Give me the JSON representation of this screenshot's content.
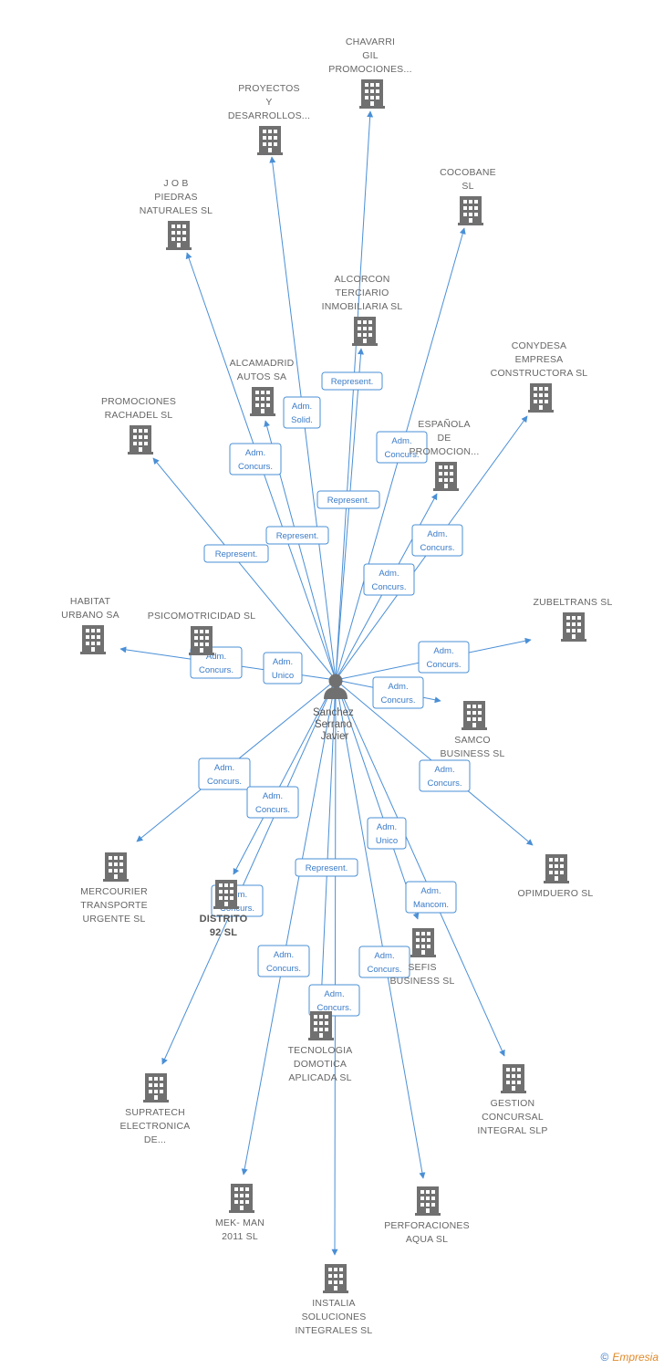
{
  "center": {
    "name_lines": [
      "Sanchez",
      "Serrano",
      "Javier"
    ]
  },
  "nodes": [
    {
      "id": "chavarri",
      "lines": [
        "CHAVARRI",
        "GIL",
        "PROMOCIONES..."
      ]
    },
    {
      "id": "proyectos",
      "lines": [
        "PROYECTOS",
        "Y",
        "DESARROLLOS..."
      ]
    },
    {
      "id": "cocobane",
      "lines": [
        "COCOBANE",
        "SL"
      ]
    },
    {
      "id": "job",
      "lines": [
        "J O B",
        "PIEDRAS",
        "NATURALES SL"
      ]
    },
    {
      "id": "alcorcon",
      "lines": [
        "ALCORCON",
        "TERCIARIO",
        "INMOBILIARIA SL"
      ]
    },
    {
      "id": "conydesa",
      "lines": [
        "CONYDESA",
        "EMPRESA",
        "CONSTRUCTORA SL"
      ]
    },
    {
      "id": "alcamadrid",
      "lines": [
        "ALCAMADRID",
        "AUTOS SA"
      ]
    },
    {
      "id": "promociones",
      "lines": [
        "PROMOCIONES",
        "RACHADEL SL"
      ]
    },
    {
      "id": "espanola",
      "lines": [
        "ESPAÑOLA",
        "DE",
        "PROMOCION..."
      ]
    },
    {
      "id": "habitat",
      "lines": [
        "HABITAT",
        "URBANO SA"
      ]
    },
    {
      "id": "psicomotricidad",
      "lines": [
        "PSICOMOTRICIDAD SL"
      ]
    },
    {
      "id": "zubeltrans",
      "lines": [
        "ZUBELTRANS SL"
      ]
    },
    {
      "id": "samco",
      "lines": [
        "SAMCO",
        "BUSINESS SL"
      ]
    },
    {
      "id": "opimduero",
      "lines": [
        "OPIMDUERO SL"
      ]
    },
    {
      "id": "mercourier",
      "lines": [
        "MERCOURIER",
        "TRANSPORTE",
        "URGENTE SL"
      ]
    },
    {
      "id": "distrito",
      "lines": [
        "DISTRITO",
        "92 SL"
      ]
    },
    {
      "id": "sefis",
      "lines": [
        "SEFIS",
        "BUSINESS SL"
      ]
    },
    {
      "id": "tecnologia",
      "lines": [
        "TECNOLOGIA",
        "DOMOTICA",
        "APLICADA SL"
      ]
    },
    {
      "id": "gestion",
      "lines": [
        "GESTION",
        "CONCURSAL",
        "INTEGRAL SLP"
      ]
    },
    {
      "id": "supratech",
      "lines": [
        "SUPRATECH",
        "ELECTRONICA",
        "DE..."
      ]
    },
    {
      "id": "mekman",
      "lines": [
        "MEK- MAN",
        "2011 SL"
      ]
    },
    {
      "id": "perforaciones",
      "lines": [
        "PERFORACIONES",
        "AQUA SL"
      ]
    },
    {
      "id": "instalia",
      "lines": [
        "INSTALIA",
        "SOLUCIONES",
        "INTEGRALES SL"
      ]
    }
  ],
  "edges": [
    {
      "target": "chavarri",
      "label_lines": [
        "Represent."
      ]
    },
    {
      "target": "proyectos",
      "label_lines": [
        "Adm.",
        "Solid."
      ]
    },
    {
      "target": "cocobane",
      "label_lines": [
        "Adm.",
        "Concurs."
      ]
    },
    {
      "target": "job",
      "label_lines": [
        "Adm.",
        "Concurs."
      ]
    },
    {
      "target": "alcorcon",
      "label_lines": [
        "Represent."
      ]
    },
    {
      "target": "conydesa",
      "label_lines": [
        "Adm.",
        "Concurs."
      ]
    },
    {
      "target": "alcamadrid",
      "label_lines": [
        "Represent."
      ]
    },
    {
      "target": "promociones",
      "label_lines": [
        "Represent."
      ]
    },
    {
      "target": "espanola",
      "label_lines": [
        "Adm.",
        "Concurs."
      ]
    },
    {
      "target": "habitat",
      "label_lines": [
        "Adm.",
        "Concurs."
      ]
    },
    {
      "target": "psicomotricidad",
      "label_lines": [
        "Adm.",
        "Unico"
      ]
    },
    {
      "target": "zubeltrans",
      "label_lines": [
        "Adm.",
        "Concurs."
      ]
    },
    {
      "target": "samco",
      "label_lines": [
        "Adm.",
        "Concurs."
      ]
    },
    {
      "target": "opimduero",
      "label_lines": [
        "Adm.",
        "Concurs."
      ]
    },
    {
      "target": "mercourier",
      "label_lines": [
        "Adm.",
        "Concurs."
      ]
    },
    {
      "target": "distrito",
      "label_lines": [
        "Adm.",
        "Concurs."
      ]
    },
    {
      "target": "sefis",
      "label_lines": [
        "Adm.",
        "Unico"
      ]
    },
    {
      "target": "tecnologia",
      "label_lines": [
        "Represent."
      ]
    },
    {
      "target": "gestion",
      "label_lines": [
        "Adm.",
        "Mancom."
      ]
    },
    {
      "target": "supratech",
      "label_lines": [
        "Adm.",
        "Concurs."
      ]
    },
    {
      "target": "mekman",
      "label_lines": [
        "Adm.",
        "Concurs."
      ]
    },
    {
      "target": "perforaciones",
      "label_lines": [
        "Adm.",
        "Concurs."
      ]
    },
    {
      "target": "instalia",
      "label_lines": [
        "Adm.",
        "Concurs."
      ]
    }
  ],
  "watermark": {
    "symbol": "©",
    "brand": "Empresia"
  },
  "colors": {
    "edge": "#4a8fd6",
    "building": "#707070",
    "label": "#666666"
  }
}
